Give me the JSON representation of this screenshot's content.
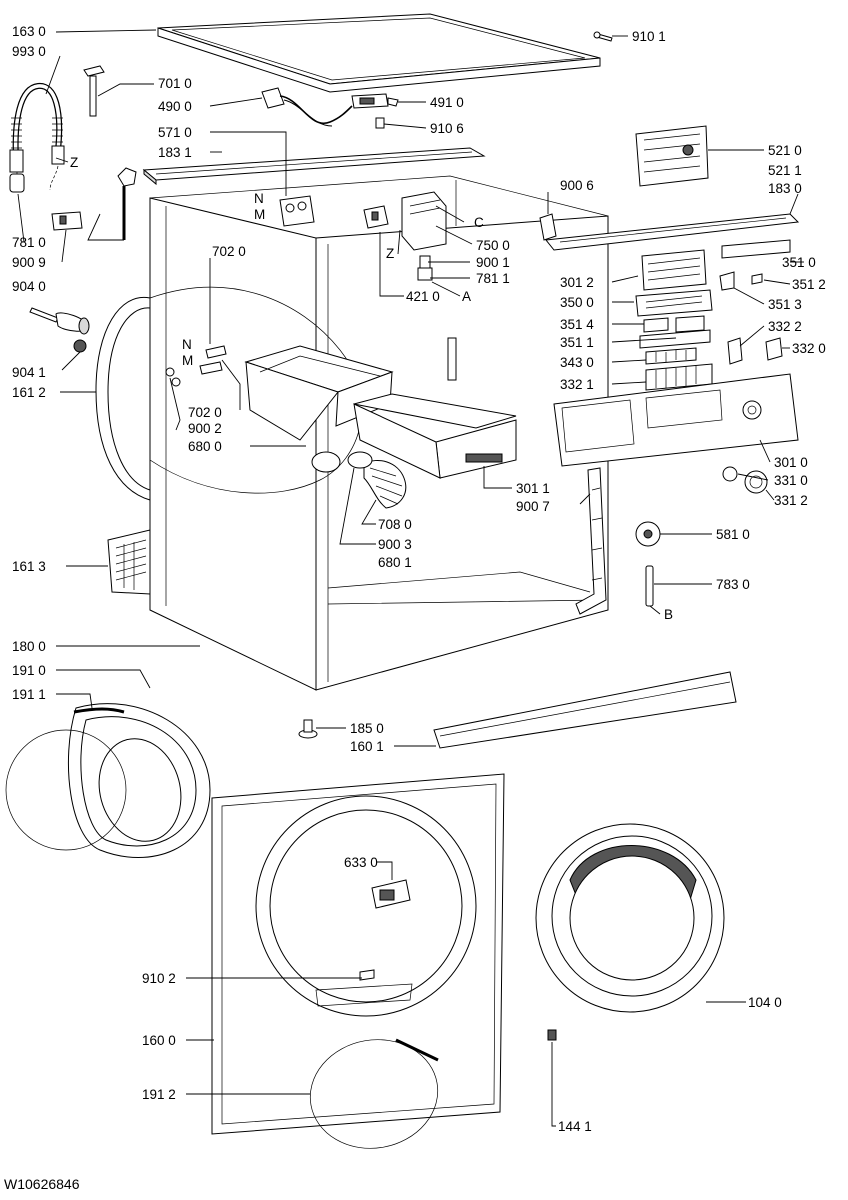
{
  "document_id": "W10626846",
  "labels": [
    {
      "id": "l1630",
      "text": "163 0"
    },
    {
      "id": "l9301",
      "text": "910 1"
    },
    {
      "id": "l9930",
      "text": "993 0"
    },
    {
      "id": "l7010",
      "text": "701 0"
    },
    {
      "id": "l4900",
      "text": "490 0"
    },
    {
      "id": "l4910",
      "text": "491 0"
    },
    {
      "id": "l5710",
      "text": "571 0"
    },
    {
      "id": "l9106",
      "text": "910 6"
    },
    {
      "id": "l1831",
      "text": "183 1"
    },
    {
      "id": "lZ1",
      "text": "Z"
    },
    {
      "id": "l5210",
      "text": "521 0"
    },
    {
      "id": "l5211",
      "text": "521 1"
    },
    {
      "id": "l9006",
      "text": "900 6"
    },
    {
      "id": "l1830",
      "text": "183 0"
    },
    {
      "id": "lN1",
      "text": "N"
    },
    {
      "id": "lM1",
      "text": "M"
    },
    {
      "id": "lC",
      "text": "C"
    },
    {
      "id": "l7500",
      "text": "750 0"
    },
    {
      "id": "l7810",
      "text": "781 0"
    },
    {
      "id": "lZ2",
      "text": "Z"
    },
    {
      "id": "l9001",
      "text": "900 1"
    },
    {
      "id": "l9009",
      "text": "900 9"
    },
    {
      "id": "l7020a",
      "text": "702 0"
    },
    {
      "id": "l7811",
      "text": "781 1"
    },
    {
      "id": "l4210",
      "text": "421 0"
    },
    {
      "id": "lA",
      "text": "A"
    },
    {
      "id": "l3510",
      "text": "351 0"
    },
    {
      "id": "l3012",
      "text": "301 2"
    },
    {
      "id": "l3512",
      "text": "351 2"
    },
    {
      "id": "l9040",
      "text": "904 0"
    },
    {
      "id": "l3500",
      "text": "350 0"
    },
    {
      "id": "l3513",
      "text": "351 3"
    },
    {
      "id": "l3514",
      "text": "351 4"
    },
    {
      "id": "l3322",
      "text": "332 2"
    },
    {
      "id": "lN2",
      "text": "N"
    },
    {
      "id": "l3511",
      "text": "351 1"
    },
    {
      "id": "l3320",
      "text": "332 0"
    },
    {
      "id": "lM2",
      "text": "M"
    },
    {
      "id": "l3430",
      "text": "343 0"
    },
    {
      "id": "l9041",
      "text": "904 1"
    },
    {
      "id": "l1612",
      "text": "161 2"
    },
    {
      "id": "l3321",
      "text": "332 1"
    },
    {
      "id": "l7020b",
      "text": "702 0"
    },
    {
      "id": "l9002",
      "text": "900 2"
    },
    {
      "id": "l6800",
      "text": "680 0"
    },
    {
      "id": "l3010",
      "text": "301 0"
    },
    {
      "id": "l3310",
      "text": "331 0"
    },
    {
      "id": "l3011",
      "text": "301 1"
    },
    {
      "id": "l3312",
      "text": "331 2"
    },
    {
      "id": "l9007",
      "text": "900 7"
    },
    {
      "id": "l7080",
      "text": "708 0"
    },
    {
      "id": "l5810",
      "text": "581 0"
    },
    {
      "id": "l9003",
      "text": "900 3"
    },
    {
      "id": "l6801",
      "text": "680 1"
    },
    {
      "id": "l1613",
      "text": "161 3"
    },
    {
      "id": "l7830",
      "text": "783 0"
    },
    {
      "id": "lB",
      "text": "B"
    },
    {
      "id": "l1800",
      "text": "180 0"
    },
    {
      "id": "l1910",
      "text": "191 0"
    },
    {
      "id": "l1911",
      "text": "191 1"
    },
    {
      "id": "l1850",
      "text": "185 0"
    },
    {
      "id": "l1601",
      "text": "160 1"
    },
    {
      "id": "l6330",
      "text": "633 0"
    },
    {
      "id": "l9102",
      "text": "910 2"
    },
    {
      "id": "l1040",
      "text": "104 0"
    },
    {
      "id": "l1600",
      "text": "160 0"
    },
    {
      "id": "l1912",
      "text": "191 2"
    },
    {
      "id": "l1441",
      "text": "144 1"
    }
  ]
}
